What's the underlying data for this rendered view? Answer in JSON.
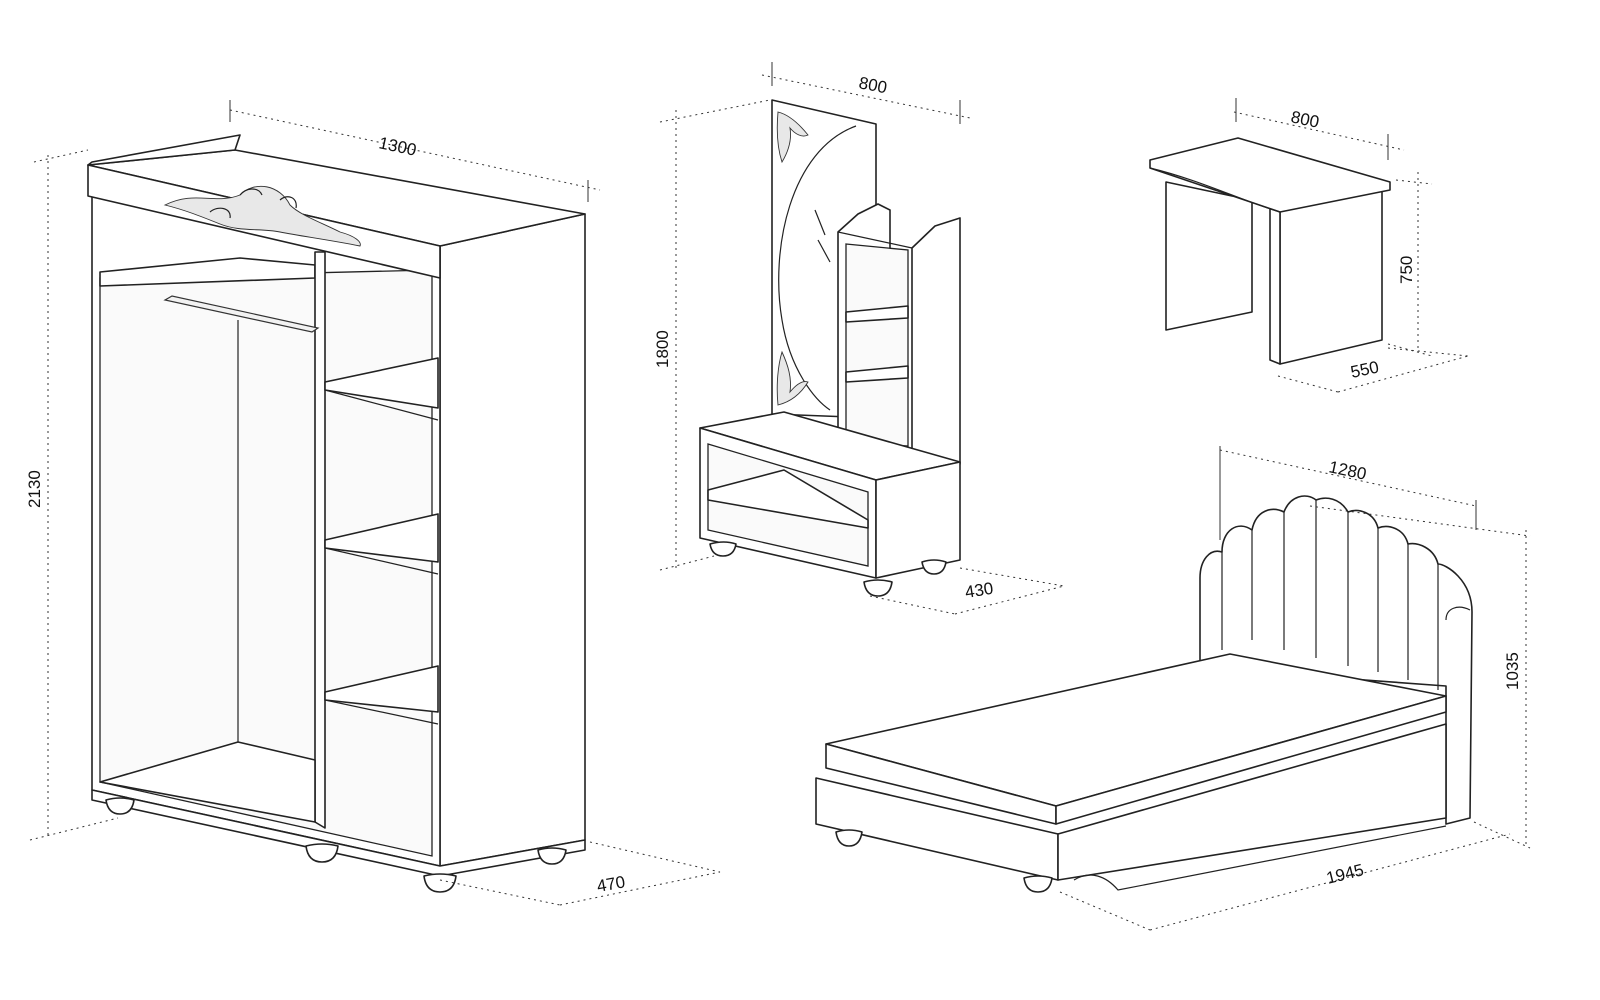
{
  "diagram": {
    "wardrobe": {
      "width": "1300",
      "height": "2130",
      "depth": "470"
    },
    "dresser": {
      "width": "800",
      "height": "1800",
      "depth": "430"
    },
    "desk": {
      "width": "800",
      "height": "750",
      "depth": "550"
    },
    "bed": {
      "width": "1280",
      "height": "1035",
      "length": "1945"
    }
  }
}
